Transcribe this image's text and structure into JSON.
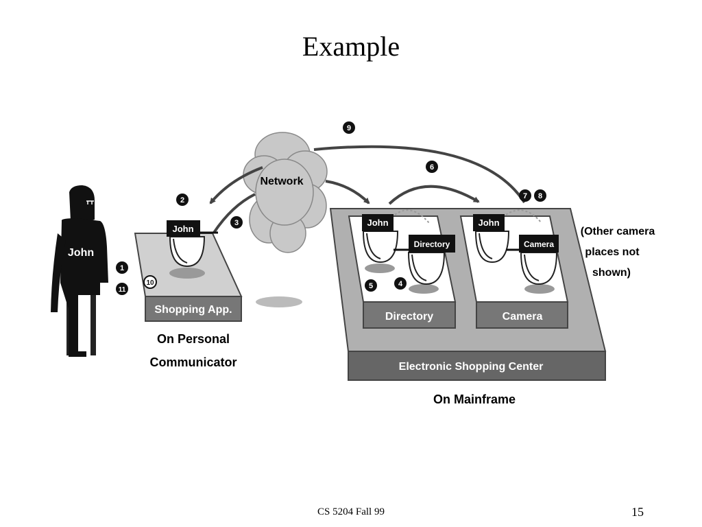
{
  "slide": {
    "title": "Example",
    "footer": "CS 5204 Fall 99",
    "page_number": "15"
  },
  "diagram": {
    "person_label": "John",
    "network_label": "Network",
    "agents": {
      "john_on_communicator": "John",
      "john_in_directory": "John",
      "directory_agent": "Directory",
      "john_in_camera": "John",
      "camera_agent": "Camera"
    },
    "places": {
      "shopping_app": "Shopping App.",
      "directory": "Directory",
      "camera": "Camera",
      "shopping_center": "Electronic Shopping Center"
    },
    "captions": {
      "personal_communicator_line1": "On Personal",
      "personal_communicator_line2": "Communicator",
      "mainframe": "On Mainframe"
    },
    "note": {
      "line1": "(Other camera",
      "line2": "places not",
      "line3": "shown)"
    },
    "steps": {
      "s1": "1",
      "s2": "2",
      "s3": "3",
      "s4": "4",
      "s5": "5",
      "s6": "6",
      "s7": "7",
      "s8": "8",
      "s9": "9",
      "s10": "10",
      "s11": "11"
    }
  }
}
